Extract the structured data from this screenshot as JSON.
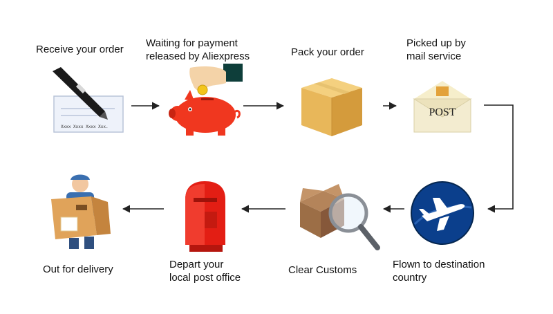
{
  "steps": [
    {
      "label": "Receive your order",
      "icon": "signing-pen-icon"
    },
    {
      "label": "Waiting for payment\nreleased by Aliexpress",
      "icon": "piggy-bank-icon"
    },
    {
      "label": "Pack your order",
      "icon": "cardboard-box-icon"
    },
    {
      "label": "Picked up by\nmail service",
      "icon": "post-envelope-icon"
    },
    {
      "label": "Flown to destination\ncountry",
      "icon": "airplane-icon"
    },
    {
      "label": "Clear Customs",
      "icon": "magnifier-box-icon"
    },
    {
      "label": "Depart your\nlocal post office",
      "icon": "red-mailbox-icon"
    },
    {
      "label": "Out for delivery",
      "icon": "delivery-man-icon"
    }
  ],
  "check_text": "Xxxx Xxxx Xxxx Xxx.",
  "post_text": "POST",
  "colors": {
    "arrow": "#222222",
    "pig": "#f0371f",
    "box": "#e8b75a",
    "mailbox": "#e31e14",
    "plane_bg": "#0b3f8c"
  }
}
